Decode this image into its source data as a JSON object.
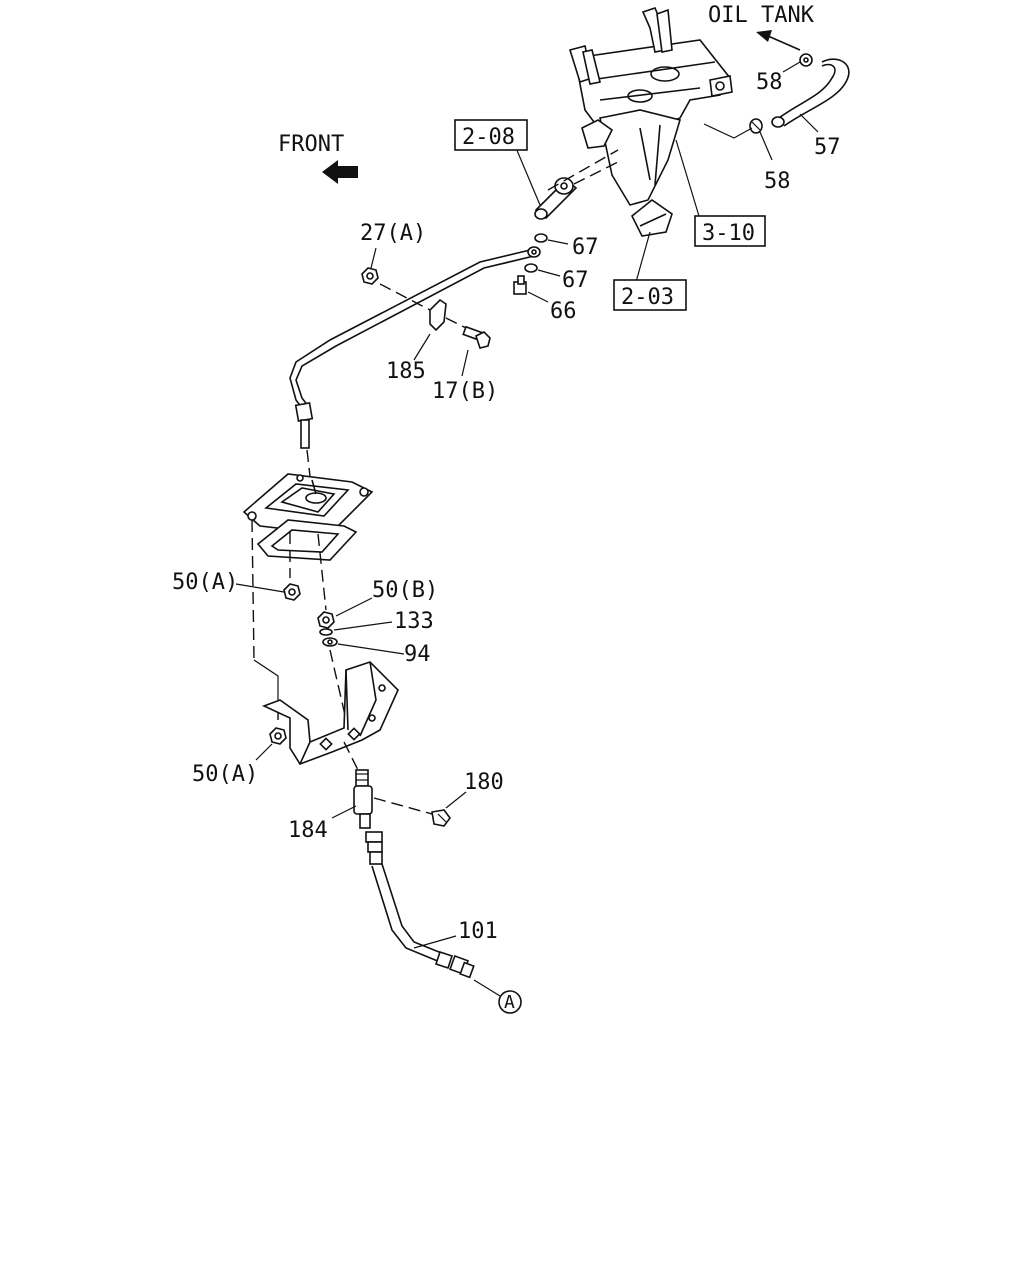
{
  "labels": {
    "oil_tank": "OIL TANK",
    "front": "FRONT",
    "p58_top": "58",
    "p57": "57",
    "p58_mid": "58",
    "p3_10": "3-10",
    "p2_08": "2-08",
    "p2_03": "2-03",
    "p67_a": "67",
    "p67_b": "67",
    "p66": "66",
    "p27a": "27(A)",
    "p185": "185",
    "p17b": "17(B)",
    "p50a_top": "50(A)",
    "p50b": "50(B)",
    "p133": "133",
    "p94": "94",
    "p50a_bottom": "50(A)",
    "p180": "180",
    "p184": "184",
    "p101": "101",
    "ref_a": "A"
  }
}
